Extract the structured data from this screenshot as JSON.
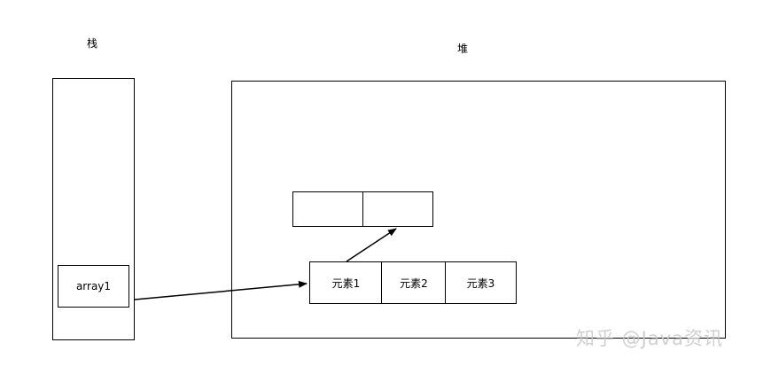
{
  "stack": {
    "title": "栈",
    "variable": "array1"
  },
  "heap": {
    "title": "堆",
    "array_cells": [
      "元素1",
      "元素2",
      "元素3"
    ],
    "object_cells": [
      "",
      ""
    ]
  },
  "watermark": {
    "text": "知乎 @Java资讯"
  }
}
